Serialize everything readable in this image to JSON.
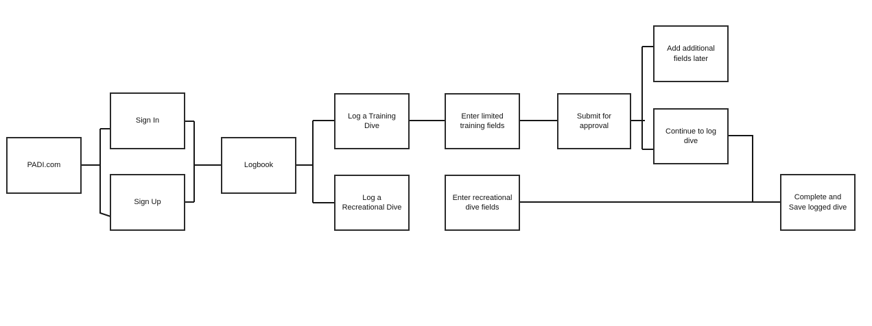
{
  "diagram": {
    "nodes": [
      {
        "id": "padi",
        "label": "PADI.com"
      },
      {
        "id": "signin",
        "label": "Sign In"
      },
      {
        "id": "signup",
        "label": "Sign Up"
      },
      {
        "id": "logbook",
        "label": "Logbook"
      },
      {
        "id": "training",
        "label": "Log a Training Dive"
      },
      {
        "id": "recdive",
        "label": "Log a Recreational Dive"
      },
      {
        "id": "limited",
        "label": "Enter limited training fields"
      },
      {
        "id": "recfields",
        "label": "Enter recreational dive fields"
      },
      {
        "id": "submit",
        "label": "Submit for approval"
      },
      {
        "id": "addfields",
        "label": "Add additional fields later"
      },
      {
        "id": "continue",
        "label": "Continue to log dive"
      },
      {
        "id": "complete",
        "label": "Complete and Save logged dive"
      }
    ],
    "edges": [
      {
        "from": "PADI.com",
        "to": "Sign In"
      },
      {
        "from": "PADI.com",
        "to": "Sign Up"
      },
      {
        "from": "Sign In",
        "to": "Logbook"
      },
      {
        "from": "Sign Up",
        "to": "Logbook"
      },
      {
        "from": "Logbook",
        "to": "Log a Training Dive"
      },
      {
        "from": "Logbook",
        "to": "Log a Recreational Dive"
      },
      {
        "from": "Log a Training Dive",
        "to": "Enter limited training fields"
      },
      {
        "from": "Enter limited training fields",
        "to": "Submit for approval"
      },
      {
        "from": "Submit for approval",
        "to": "Add additional fields later"
      },
      {
        "from": "Submit for approval",
        "to": "Continue to log dive"
      },
      {
        "from": "Log a Recreational Dive",
        "to": "Enter recreational dive fields"
      },
      {
        "from": "Enter recreational dive fields",
        "to": "Complete and Save logged dive"
      },
      {
        "from": "Continue to log dive",
        "to": "Complete and Save logged dive"
      }
    ],
    "colors": {
      "background": "#ffffff",
      "box_fill": "#ffffff",
      "box_border": "#2a2a2a",
      "connector": "#161616",
      "text": "#111111"
    }
  }
}
